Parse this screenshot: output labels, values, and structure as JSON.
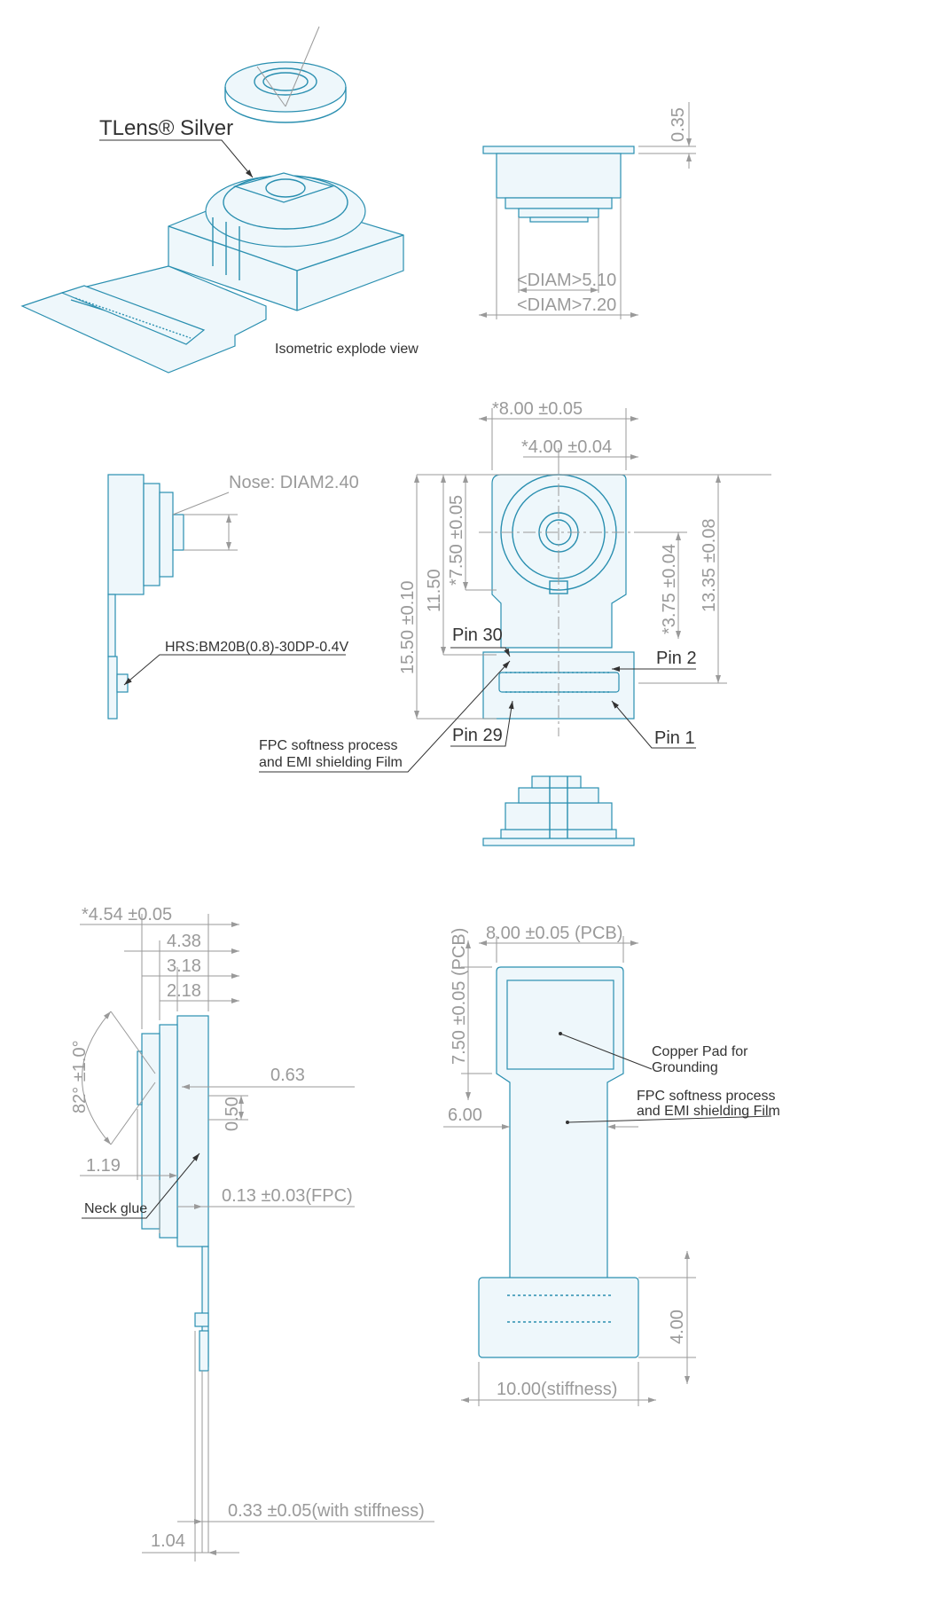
{
  "views": {
    "isometric": {
      "lens_label": "TLens® Silver",
      "caption": "Isometric explode view"
    },
    "top_right": {
      "dim_035": "0.35",
      "diam_510": "<DIAM>5.10",
      "diam_720": "<DIAM>7.20"
    },
    "side_left": {
      "nose": "Nose: DIAM2.40",
      "connector": "HRS:BM20B(0.8)-30DP-0.4V"
    },
    "front": {
      "w800": "*8.00 ±0.05",
      "w400": "*4.00 ±0.04",
      "h750": "*7.50 ±0.05",
      "h1150": "11.50",
      "h1550": "15.50 ±0.10",
      "h375": "*3.75 ±0.04",
      "h1335": "13.35 ±0.08",
      "pin30": "Pin 30",
      "pin2": "Pin 2",
      "pin29": "Pin 29",
      "pin1": "Pin 1",
      "fpc_line1": "FPC softness process",
      "fpc_line2": "and EMI shielding Film"
    },
    "side_bottom": {
      "d454": "*4.54 ±0.05",
      "d438": "4.38",
      "d318": "3.18",
      "d218": "2.18",
      "angle": "82° ±1.0°",
      "d063": "0.63",
      "d050": "0.50",
      "d119": "1.19",
      "neck_glue": "Neck glue",
      "d013": "0.13 ±0.03(FPC)",
      "d033": "0.33 ±0.05(with stiffness)",
      "d104": "1.04"
    },
    "back": {
      "w800pcb": "8.00 ±0.05 (PCB)",
      "h750pcb": "7.50 ±0.05 (PCB)",
      "copper1": "Copper Pad for",
      "copper2": "Grounding",
      "fpc1": "FPC softness process",
      "fpc2": "and EMI shielding Film",
      "d600": "6.00",
      "d400": "4.00",
      "d1000": "10.00(stiffness)"
    }
  },
  "colors": {
    "outline": "#2a8fb0",
    "dimension": "#9a9a9a",
    "leader": "#333333"
  }
}
